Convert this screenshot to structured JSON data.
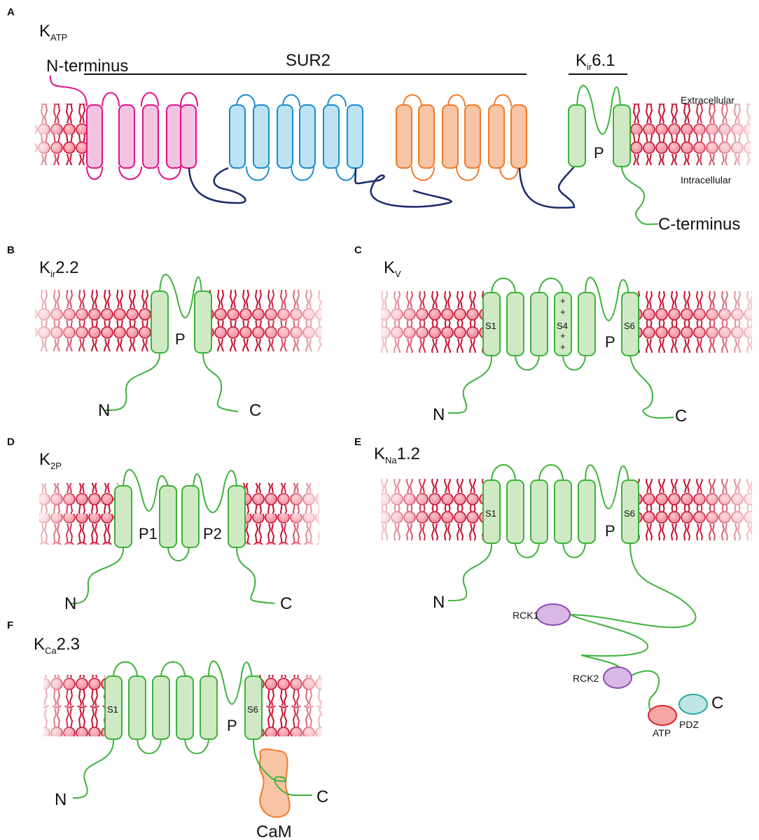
{
  "panels": {
    "A": {
      "letter": "A",
      "title_main": "K",
      "title_sub": "ATP",
      "n_terminus": "N-terminus",
      "sur2": "SUR2",
      "kir_main": "K",
      "kir_sub": "ir",
      "kir_rest": "6.1",
      "extracellular": "Extracellular",
      "intracellular": "Intracellular",
      "pore": "P",
      "c_terminus": "C-terminus"
    },
    "B": {
      "letter": "B",
      "title_main": "K",
      "title_sub": "ir",
      "title_rest": "2.2",
      "pore": "P",
      "n": "N",
      "c": "C"
    },
    "C": {
      "letter": "C",
      "title_main": "K",
      "title_sub": "V",
      "s1": "S1",
      "s4": "S4",
      "s6": "S6",
      "plus": "+",
      "pore": "P",
      "n": "N",
      "c": "C"
    },
    "D": {
      "letter": "D",
      "title_main": "K",
      "title_sub": "2P",
      "p1": "P1",
      "p2": "P2",
      "n": "N",
      "c": "C"
    },
    "E": {
      "letter": "E",
      "title_main": "K",
      "title_sub": "Na",
      "title_rest": "1.2",
      "s1": "S1",
      "s6": "S6",
      "pore": "P",
      "n": "N",
      "c": "C",
      "rck1": "RCK1",
      "rck2": "RCK2",
      "atp": "ATP",
      "pdz": "PDZ"
    },
    "F": {
      "letter": "F",
      "title_main": "K",
      "title_sub": "Ca",
      "title_rest": "2.3",
      "s1": "S1",
      "s6": "S6",
      "pore": "P",
      "n": "N",
      "c": "C",
      "cam": "CaM"
    }
  },
  "colors": {
    "lipid_head": "#f08a9a",
    "lipid_head_stroke": "#c8102e",
    "lipid_tail": "#c8102e",
    "green_fill": "#cfe9c4",
    "green_stroke": "#3db23a",
    "magenta_fill": "#f2c4df",
    "magenta_stroke": "#e0118a",
    "blue_fill": "#bde3f2",
    "blue_stroke": "#1a8ccc",
    "orange_fill": "#f7c4a6",
    "orange_stroke": "#f07a2a",
    "navy": "#1a2a6c",
    "purple_fill": "#d9b8e6",
    "purple_stroke": "#8a4bb0",
    "teal_fill": "#bfe6e4",
    "teal_stroke": "#2aa9a0",
    "red_fill": "#f7a5a5",
    "red_stroke": "#d8262a",
    "cam_fill": "#f7c4a6",
    "cam_stroke": "#f07a2a"
  }
}
